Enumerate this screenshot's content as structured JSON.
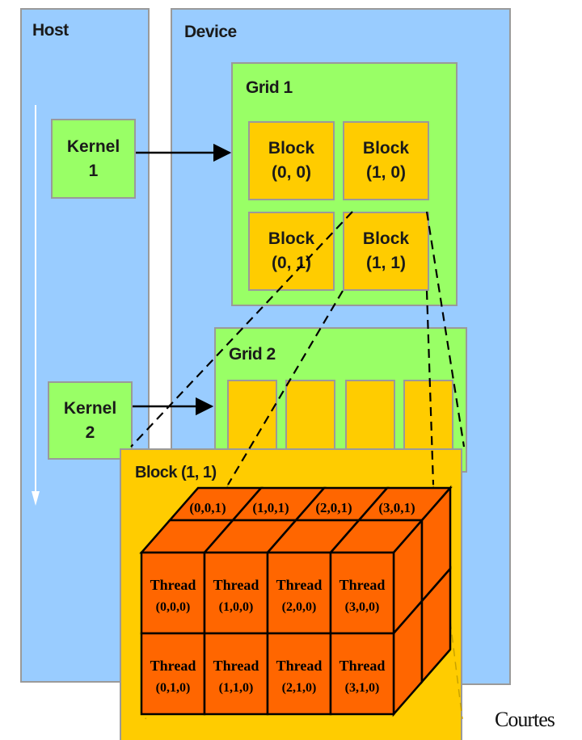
{
  "host": {
    "label": "Host"
  },
  "device": {
    "label": "Device"
  },
  "kernels": [
    {
      "line1": "Kernel",
      "line2": "1"
    },
    {
      "line1": "Kernel",
      "line2": "2"
    }
  ],
  "grid1": {
    "label": "Grid 1",
    "blocks": [
      {
        "name": "Block",
        "index": "(0, 0)"
      },
      {
        "name": "Block",
        "index": "(1, 0)"
      },
      {
        "name": "Block",
        "index": "(0, 1)"
      },
      {
        "name": "Block",
        "index": "(1, 1)"
      }
    ]
  },
  "grid2": {
    "label": "Grid 2"
  },
  "block_detail": {
    "label": "Block (1, 1)",
    "top_labels": [
      "(0,0,1)",
      "(1,0,1)",
      "(2,0,1)",
      "(3,0,1)"
    ],
    "threads": [
      {
        "name": "Thread",
        "index": "(0,0,0)"
      },
      {
        "name": "Thread",
        "index": "(1,0,0)"
      },
      {
        "name": "Thread",
        "index": "(2,0,0)"
      },
      {
        "name": "Thread",
        "index": "(3,0,0)"
      },
      {
        "name": "Thread",
        "index": "(0,1,0)"
      },
      {
        "name": "Thread",
        "index": "(1,1,0)"
      },
      {
        "name": "Thread",
        "index": "(2,1,0)"
      },
      {
        "name": "Thread",
        "index": "(3,1,0)"
      }
    ]
  },
  "footer": {
    "courtesy": "Courtes"
  },
  "colors": {
    "background": "#99ccff",
    "grid": "#99ff66",
    "block": "#ffcc00",
    "thread": "#ff6600"
  }
}
